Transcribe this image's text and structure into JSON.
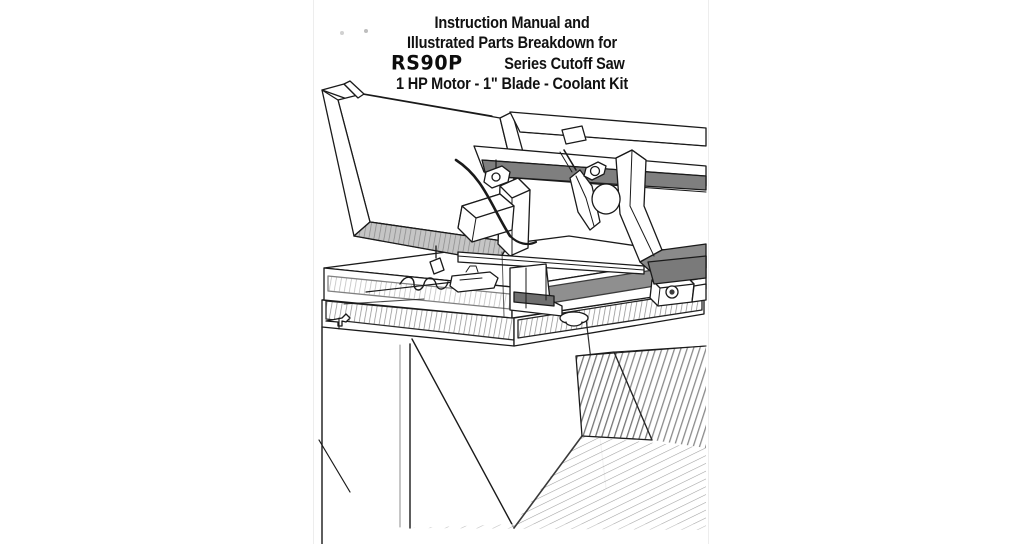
{
  "document": {
    "page_background": "#ffffff",
    "sheet_background": "#ffffff",
    "sheet_border_color": "#ededed",
    "ink_color": "#111111",
    "title": {
      "line1": "Instruction Manual and",
      "line2": "Illustrated Parts Breakdown for",
      "model_code": "RS90P",
      "model_code_style": "handwritten-marker",
      "series_text": "Series Cutoff Saw",
      "line4": "1 HP Motor - 1\" Blade - Coolant Kit"
    },
    "illustration": {
      "caption": "line-art technical drawing of a horizontal metal-cutting bandsaw / cutoff saw with raised blade-wheel housing, vise clamp assembly, base cabinet and legs",
      "subject": "horizontal cutoff bandsaw",
      "style": "black-and-white ink line drawing with hatched shading",
      "line_color": "#1a1a1a",
      "shade_fill": "#8e8e8e",
      "light_fill": "#ffffff"
    },
    "artifacts": {
      "speck_1": "scan-speck",
      "speck_2": "scan-speck"
    }
  }
}
